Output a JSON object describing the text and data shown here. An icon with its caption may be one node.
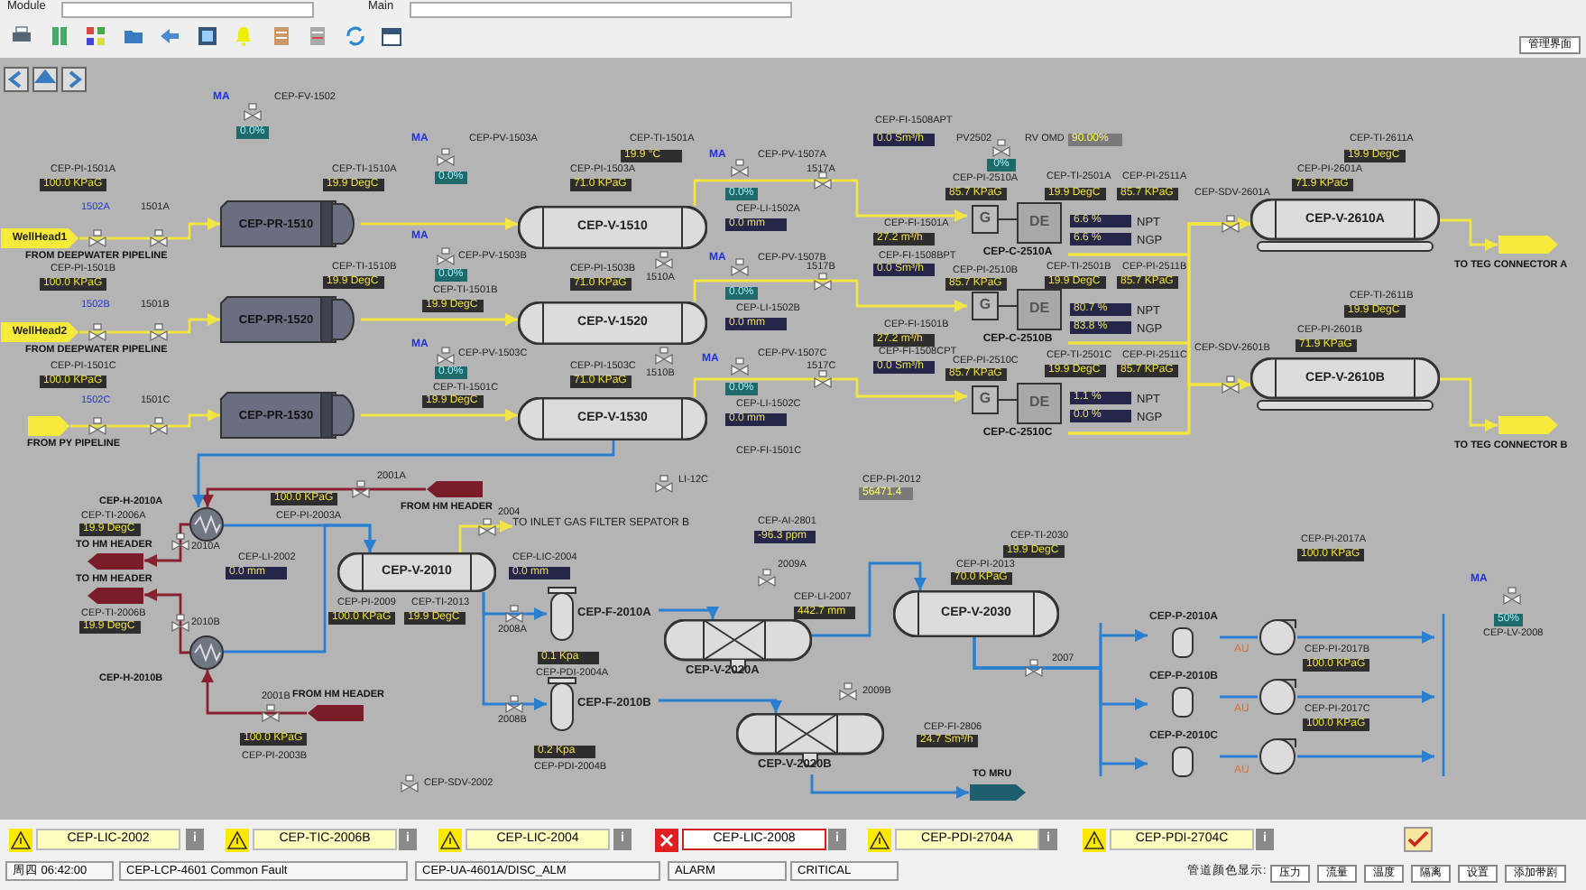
{
  "diagram": {
    "nodes": [
      {
        "text": [
          "WellHead1"
        ],
        "beside": [
          "FROM DEEPWATER PIPELINE"
        ]
      },
      {
        "text": [
          "WellHead2"
        ],
        "beside": [
          "FROM DEEPWATER PIPELINE"
        ]
      },
      {
        "text": [],
        "shape": "arrow",
        "beside": [
          "FROM PY PIPELINE"
        ]
      },
      {
        "text": [
          "CEP-PR-1510"
        ]
      },
      {
        "text": [
          "CEP-PR-1520"
        ]
      },
      {
        "text": [
          "CEP-PR-1530"
        ]
      },
      {
        "text": [
          "CEP-V-1510"
        ]
      },
      {
        "text": [
          "CEP-V-1520"
        ]
      },
      {
        "text": [
          "CEP-V-1530"
        ]
      },
      {
        "text": [
          "G",
          "DE",
          "CEP-C-2510A"
        ]
      },
      {
        "text": [
          "G",
          "DE",
          "CEP-C-2510B"
        ]
      },
      {
        "text": [
          "G",
          "DE",
          "CEP-C-2510C"
        ]
      },
      {
        "text": [
          "CEP-V-2610A"
        ]
      },
      {
        "text": [
          "CEP-V-2610B"
        ]
      },
      {
        "text": [],
        "shape": "arrow",
        "beside": [
          "TO TEG CONNECTOR A"
        ]
      },
      {
        "text": [],
        "shape": "arrow",
        "beside": [
          "TO TEG CONNECTOR B"
        ]
      },
      {
        "text": [],
        "shape": "circle",
        "beside": [
          "CEP-H-2010A"
        ]
      },
      {
        "text": [],
        "shape": "circle",
        "beside": [
          "CEP-H-2010B"
        ]
      },
      {
        "text": [],
        "shape": "arrow",
        "beside": [
          "FROM HM HEADER"
        ]
      },
      {
        "text": [],
        "shape": "arrow",
        "beside": [
          "TO HM HEADER"
        ]
      },
      {
        "text": [],
        "shape": "arrow",
        "beside": [
          "TO HM HEADER"
        ]
      },
      {
        "text": [],
        "shape": "arrow",
        "beside": [
          "FROM HM HEADER"
        ]
      },
      {
        "text": [
          "CEP-V-2010"
        ]
      },
      {
        "text": [
          "CEP-F-2010A"
        ]
      },
      {
        "text": [
          "CEP-F-2010B"
        ]
      },
      {
        "text": [
          "CEP-V-2020A"
        ]
      },
      {
        "text": [
          "CEP-V-2020B"
        ]
      },
      {
        "text": [
          "CEP-V-2030"
        ]
      },
      {
        "text": [
          "CEP-P-2010A"
        ]
      },
      {
        "text": [
          "CEP-P-2010B"
        ]
      },
      {
        "text": [
          "CEP-P-2010C"
        ]
      },
      {
        "text": [],
        "shape": "circle"
      },
      {
        "text": [],
        "shape": "circle"
      },
      {
        "text": [],
        "shape": "circle"
      },
      {
        "text": [],
        "shape": "arrow",
        "beside": [
          "TO MRU"
        ]
      },
      {
        "text": [
          "TO INLET GAS FILTER SEPATOR B"
        ]
      }
    ],
    "edges": [
      {
        "from": 0,
        "to": 3,
        "arrow": "to"
      },
      {
        "from": 1,
        "to": 4,
        "arrow": "to"
      },
      {
        "from": 2,
        "to": 5,
        "arrow": "to"
      },
      {
        "from": 3,
        "to": 6,
        "arrow": "to"
      },
      {
        "from": 4,
        "to": 7,
        "arrow": "to"
      },
      {
        "from": 5,
        "to": 8,
        "arrow": "to"
      },
      {
        "from": 6,
        "to": 9,
        "arrow": "to"
      },
      {
        "from": 7,
        "to": 10,
        "arrow": "to"
      },
      {
        "from": 8,
        "to": 11,
        "arrow": "to"
      },
      {
        "from": 9,
        "to": 12,
        "arrow": "to"
      },
      {
        "from": 9,
        "to": 13,
        "arrow": "to"
      },
      {
        "from": 10,
        "to": 12,
        "arrow": "to"
      },
      {
        "from": 10,
        "to": 13,
        "arrow": "to"
      },
      {
        "from": 11,
        "to": 12,
        "arrow": "to"
      },
      {
        "from": 11,
        "to": 13,
        "arrow": "to"
      },
      {
        "from": 12,
        "to": 14,
        "arrow": "to"
      },
      {
        "from": 13,
        "to": 15,
        "arrow": "to"
      },
      {
        "from": 18,
        "to": 16,
        "arrow": "to",
        "color": "#8b2030"
      },
      {
        "from": 16,
        "to": 19,
        "arrow": "to",
        "color": "#8b2030"
      },
      {
        "from": 17,
        "to": 20,
        "arrow": "to",
        "color": "#8b2030"
      },
      {
        "from": 21,
        "to": 17,
        "arrow": "to",
        "color": "#8b2030"
      },
      {
        "from": 8,
        "to": 16,
        "arrow": "to",
        "color": "#2a7fd0"
      },
      {
        "from": 16,
        "to": 22,
        "arrow": "to",
        "color": "#2a7fd0"
      },
      {
        "from": 17,
        "to": 22,
        "arrow": "to",
        "color": "#2a7fd0"
      },
      {
        "from": 22,
        "to": 23,
        "arrow": "to",
        "color": "#2a7fd0"
      },
      {
        "from": 22,
        "to": 24,
        "arrow": "to",
        "color": "#2a7fd0"
      },
      {
        "from": 23,
        "to": 25,
        "arrow": "to",
        "color": "#2a7fd0"
      },
      {
        "from": 24,
        "to": 26,
        "arrow": "to",
        "color": "#2a7fd0"
      },
      {
        "from": 25,
        "to": 27,
        "arrow": "to",
        "color": "#2a7fd0"
      },
      {
        "from": 26,
        "to": 34,
        "arrow": "to",
        "color": "#2a7fd0"
      },
      {
        "from": 27,
        "to": 28,
        "arrow": "to",
        "color": "#2a7fd0"
      },
      {
        "from": 27,
        "to": 29,
        "arrow": "to",
        "color": "#2a7fd0"
      },
      {
        "from": 27,
        "to": 30,
        "arrow": "to",
        "color": "#2a7fd0"
      },
      {
        "from": 28,
        "to": 31,
        "arrow": "none",
        "color": "#2a7fd0"
      },
      {
        "from": 29,
        "to": 32,
        "arrow": "none",
        "color": "#2a7fd0"
      },
      {
        "from": 30,
        "to": 33,
        "arrow": "none",
        "color": "#2a7fd0"
      },
      {
        "from": 31,
        "to": null,
        "arrow": "to",
        "color": "#2a7fd0"
      },
      {
        "from": 32,
        "to": null,
        "arrow": "to",
        "color": "#2a7fd0"
      },
      {
        "from": 33,
        "to": null,
        "arrow": "to",
        "color": "#2a7fd0"
      },
      {
        "from": 22,
        "to": 35,
        "arrow": "to"
      }
    ],
    "labels": [
      "Module",
      "Main",
      "管理界面",
      "MA",
      "CEP-FV-1502",
      "CEP-FI-1508APT",
      "0.0%",
      "MA",
      "CEP-PV-1503A",
      "CEP-TI-1501A",
      "0.0 Sm³/h",
      "PV2502",
      "RV OMD",
      "90.00%",
      "CEP-TI-2611A",
      "19.9 °C",
      "MA",
      "CEP-PV-1507A",
      "19.9 DegC",
      "CEP-PI-1501A",
      "CEP-TI-1510A",
      "CEP-PI-1503A",
      "1517A",
      "0%",
      "CEP-PI-2601A",
      "0.0%",
      "CEP-PI-2510A",
      "CEP-TI-2501A",
      "CEP-PI-2511A",
      "100.0 KPaG",
      "19.9 DegC",
      "71.0 KPaG",
      "71.9 KPaG",
      "0.0%",
      "85.7 KPaG",
      "19.9 DegC",
      "85.7 KPaG",
      "CEP-SDV-2601A",
      "1502A",
      "1501A",
      "CEP-LI-1502A",
      "0.0 mm",
      "CEP-FI-1501A",
      "6.6 %",
      "NPT",
      "MA",
      "27.2 m³/h",
      "6.6 %",
      "NGP",
      "CEP-PV-1503B",
      "MA",
      "CEP-PV-1507B",
      "CEP-FI-1508BPT",
      "CEP-PI-1501B",
      "CEP-TI-1510B",
      "CEP-PI-1503B",
      "1517B",
      "0.0 Sm³/h",
      "CEP-PI-2510B",
      "CEP-TI-2501B",
      "CEP-PI-2511B",
      "100.0 KPaG",
      "19.9 DegC",
      "0.0%",
      "71.0 KPaG",
      "1510A",
      "85.7 KPaG",
      "19.9 DegC",
      "85.7 KPaG",
      "CEP-TI-1501B",
      "0.0%",
      "CEP-TI-2611B",
      "1502B",
      "1501B",
      "19.9 DegC",
      "CEP-LI-1502B",
      "80.7 %",
      "NPT",
      "19.9 DegC",
      "0.0 mm",
      "CEP-FI-1501B",
      "83.8 %",
      "NGP",
      "CEP-PI-2601B",
      "MA",
      "27.2 m³/h",
      "71.9 KPaG",
      "CEP-PV-1503C",
      "MA",
      "CEP-PV-1507C",
      "CEP-FI-1508CPT",
      "CEP-PI-2510C",
      "CEP-TI-2501C",
      "CEP-PI-2511C",
      "CEP-SDV-2601B",
      "CEP-PI-1501C",
      "0.0%",
      "CEP-PI-1503C",
      "1510B",
      "1517C",
      "0.0 Sm³/h",
      "85.7 KPaG",
      "19.9 DegC",
      "85.7 KPaG",
      "100.0 KPaG",
      "CEP-TI-1501C",
      "71.0 KPaG",
      "0.0%",
      "1502C",
      "1501C",
      "19.9 DegC",
      "CEP-LI-1502C",
      "1.1 %",
      "NPT",
      "0.0 mm",
      "0.0 %",
      "NGP",
      "CEP-FI-1501C",
      "2001A",
      "LI-12C",
      "CEP-PI-2012",
      "100.0 KPaG",
      "56471.4",
      "CEP-TI-2006A",
      "CEP-PI-2003A",
      "2004",
      "CEP-AI-2801",
      "19.9 DegC",
      "-96.3 ppm",
      "CEP-TI-2030",
      "CEP-PI-2017A",
      "2010A",
      "CEP-LI-2002",
      "CEP-LIC-2004",
      "2009A",
      "CEP-PI-2013",
      "19.9 DegC",
      "100.0 KPaG",
      "0.0 mm",
      "0.0 mm",
      "70.0 KPaG",
      "MA",
      "CEP-PI-2009",
      "CEP-TI-2013",
      "CEP-LI-2007",
      "CEP-TI-2006B",
      "100.0 KPaG",
      "19.9 DegC",
      "442.7 mm",
      "50%",
      "19.9 DegC",
      "2010B",
      "2008A",
      "CEP-LV-2008",
      "AU",
      "CEP-PI-2017B",
      "0.1 Kpa",
      "2007",
      "100.0 KPaG",
      "CEP-PDI-2004A",
      "2001B",
      "2009B",
      "AU",
      "CEP-PI-2017C",
      "2008B",
      "CEP-FI-2806",
      "100.0 KPaG",
      "100.0 KPaG",
      "24.7 Sm³/h",
      "CEP-PI-2003B",
      "0.2 Kpa",
      "CEP-PDI-2004B",
      "AU",
      "CEP-SDV-2002",
      "CEP-LIC-2002",
      "i",
      "CEP-TIC-2006B",
      "i",
      "CEP-LIC-2004",
      "i",
      "CEP-LIC-2008",
      "i",
      "CEP-PDI-2704A",
      "i",
      "CEP-PDI-2704C",
      "i",
      "周四 06:42:00",
      "CEP-LCP-4601 Common Fault",
      "CEP-UA-4601A/DISC_ALM",
      "ALARM",
      "CRITICAL",
      "管道颜色显示:",
      "压力",
      "流量",
      "温度",
      "隔离",
      "设置",
      "添加带剧"
    ]
  }
}
